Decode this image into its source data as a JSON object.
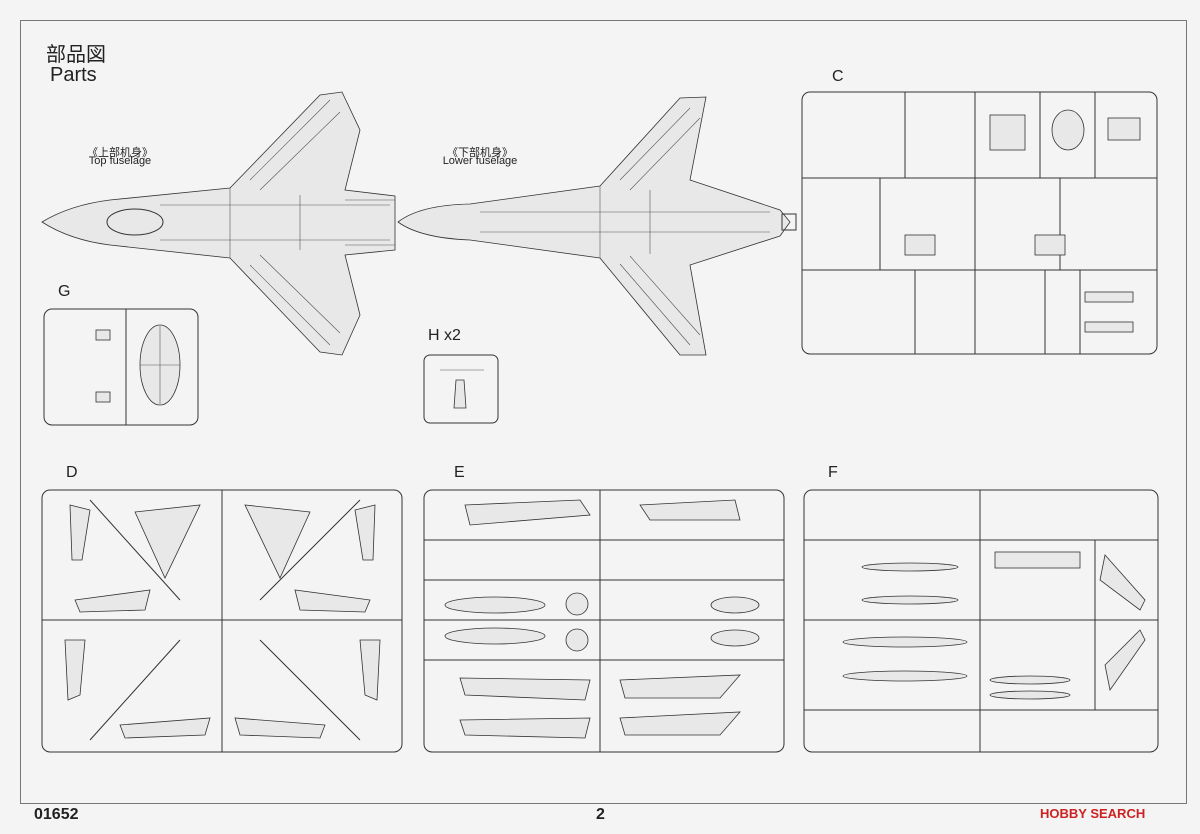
{
  "header": {
    "title_cn": "部品図",
    "title_en": "Parts"
  },
  "fuselage": {
    "top_cn": "《上部机身》",
    "top_en": "Top fuselage",
    "lower_cn": "《下部机身》",
    "lower_en": "Lower fuselage"
  },
  "sprues": {
    "c": "C",
    "g": "G",
    "h": "H x2",
    "d": "D",
    "e": "E",
    "f": "F"
  },
  "footer": {
    "code": "01652",
    "page": "2",
    "watermark": "HOBBY SEARCH"
  }
}
